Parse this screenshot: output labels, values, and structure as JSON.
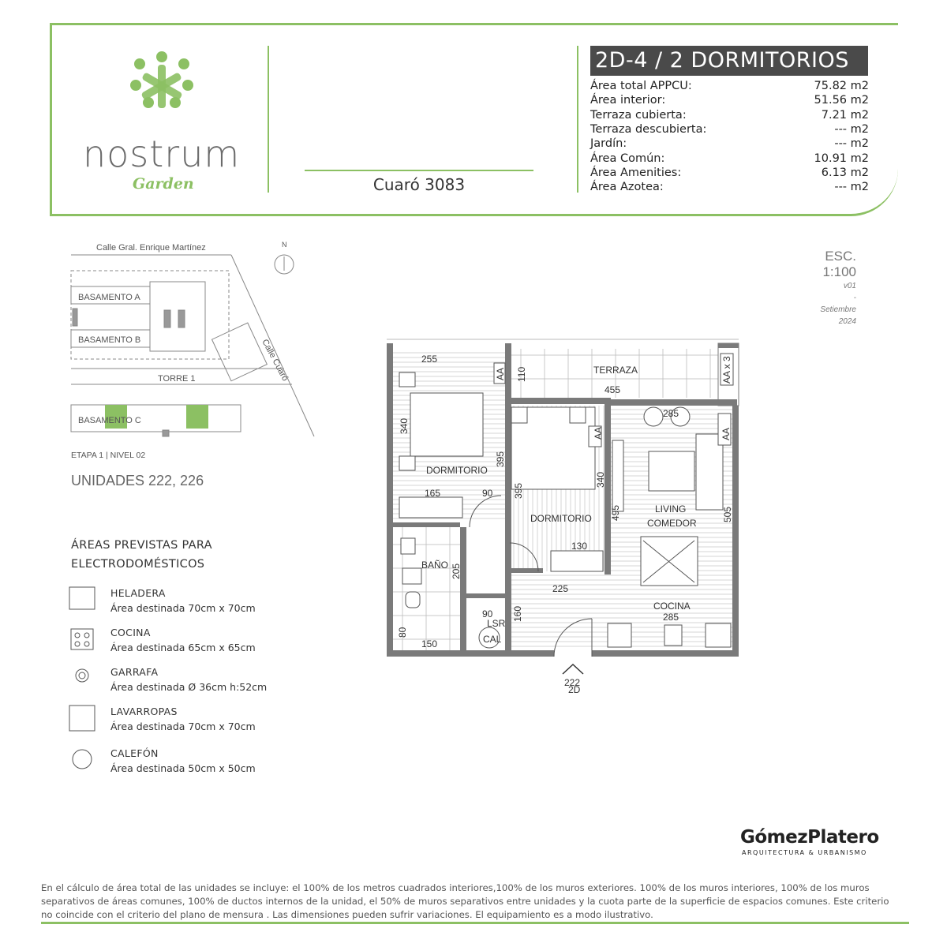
{
  "brand": {
    "name": "nostrum",
    "sub": "Garden"
  },
  "address": "Cuaró 3083",
  "unit": {
    "title": "2D-4 / 2 DORMITORIOS",
    "areas": [
      {
        "label": "Área total APPCU:",
        "value": "75.82 m2"
      },
      {
        "label": "Área interior:",
        "value": "51.56 m2"
      },
      {
        "label": "Terraza cubierta:",
        "value": "7.21 m2"
      },
      {
        "label": "Terraza descubierta:",
        "value": "---  m2"
      },
      {
        "label": "Jardín:",
        "value": "---  m2"
      },
      {
        "label": "Área Común:",
        "value": "10.91 m2"
      },
      {
        "label": "Área Amenities:",
        "value": "6.13 m2"
      },
      {
        "label": "Área Azotea:",
        "value": "---  m2"
      }
    ]
  },
  "site": {
    "street_top": "Calle Gral. Enrique Martínez",
    "street_side": "Calle Cuaró",
    "north": "N",
    "basamento_a": "BASAMENTO A",
    "basamento_b": "BASAMENTO B",
    "torre": "TORRE 1",
    "basamento_c": "BASAMENTO C",
    "etapa": "ETAPA 1  |  NIVEL 02",
    "units": "UNIDADES 222, 226"
  },
  "scale": {
    "esc": "ESC.",
    "value": "1:100",
    "version": "v01",
    "dash": "-",
    "month": "Setiembre",
    "year": "2024"
  },
  "plan": {
    "terraza": "TERRAZA",
    "dormitorio1": "DORMITORIO",
    "dormitorio2": "DORMITORIO",
    "living1": "LIVING",
    "living2": "COMEDOR",
    "bano": "BAÑO",
    "cocina": "COCINA",
    "aa": "AA",
    "aax3": "AA x 3",
    "lsr": "LSR",
    "cal": "CAL",
    "unit_no": "222",
    "unit_type": "2D",
    "dims": {
      "d255": "255",
      "d110": "110",
      "d455": "455",
      "d285a": "285",
      "d340a": "340",
      "d395a": "395",
      "d395b": "395",
      "d340b": "340",
      "d495": "495",
      "d505": "505",
      "d165": "165",
      "d90a": "90",
      "d130": "130",
      "d205": "205",
      "d225": "225",
      "d90b": "90",
      "d160": "160",
      "d285b": "285",
      "d80": "80",
      "d150": "150"
    }
  },
  "legend": {
    "title1": "ÁREAS PREVISTAS PARA",
    "title2": "ELECTRODOMÉSTICOS",
    "items": [
      {
        "name": "HELADERA",
        "desc": "Área destinada 70cm x 70cm"
      },
      {
        "name": "COCINA",
        "desc": "Área destinada 65cm x 65cm"
      },
      {
        "name": "GARRAFA",
        "desc": "Área destinada Ø 36cm h:52cm"
      },
      {
        "name": "LAVARROPAS",
        "desc": "Área destinada 70cm x 70cm"
      },
      {
        "name": "CALEFÓN",
        "desc": "Área destinada 50cm x 50cm"
      }
    ]
  },
  "architect": {
    "name": "GómezPlatero",
    "sub": "ARQUITECTURA & URBANISMO"
  },
  "disclaimer": "En el cálculo de área total de las unidades se incluye: el 100% de los metros cuadrados interiores,100% de los muros exteriores. 100% de los muros interiores, 100% de los muros separativos de áreas comunes, 100% de ductos internos de la unidad, el 50% de muros separativos entre unidades y la cuota parte de la superficie de espacios comunes. Este criterio no coincide con el criterio del plano de mensura . Las dimensiones pueden sufrir variaciones. El equipamiento es a modo ilustrativo.",
  "colors": {
    "accent": "#8cc063",
    "title_bg": "#4a4a4a",
    "wall": "#7a7a7a"
  }
}
